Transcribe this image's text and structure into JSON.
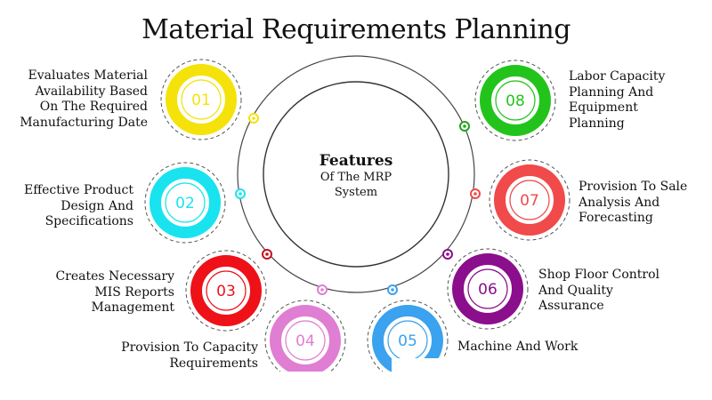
{
  "title": "Material Requirements Planning",
  "center": {
    "heading": "Features",
    "subtitle_line1": "Of The MRP",
    "subtitle_line2": "System"
  },
  "features": [
    {
      "number": "01",
      "label": [
        "Evaluates Material",
        "Availability Based",
        "On The Required",
        "Manufacturing Date"
      ],
      "color": "#f5e20a"
    },
    {
      "number": "02",
      "label": [
        "Effective Product",
        "Design And",
        "Specifications"
      ],
      "color": "#19e3ef"
    },
    {
      "number": "03",
      "label": [
        "Creates Necessary",
        "MIS Reports",
        "Management"
      ],
      "color": "#ee1118"
    },
    {
      "number": "04",
      "label": [
        "Provision To Capacity",
        "Requirements"
      ],
      "color": "#df7ed2"
    },
    {
      "number": "05",
      "label": [
        "Machine And Work"
      ],
      "color": "#3aa2ee"
    },
    {
      "number": "06",
      "label": [
        "Shop Floor Control",
        "And Quality",
        "Assurance"
      ],
      "color": "#8b0e8c"
    },
    {
      "number": "07",
      "label": [
        "Provision To Sale",
        "Analysis And",
        "Forecasting"
      ],
      "color": "#f04a4a"
    },
    {
      "number": "08",
      "label": [
        "Labor Capacity",
        "Planning And",
        "Equipment",
        "Planning"
      ],
      "color": "#22c41c"
    }
  ],
  "dot_colors": {
    "01": "#f5e20a",
    "02": "#19e3ef",
    "03": "#c4101c",
    "04": "#df7ed2",
    "05": "#3aa2ee",
    "06": "#8b0e8c",
    "07": "#f04a4a",
    "08": "#22a41c"
  }
}
